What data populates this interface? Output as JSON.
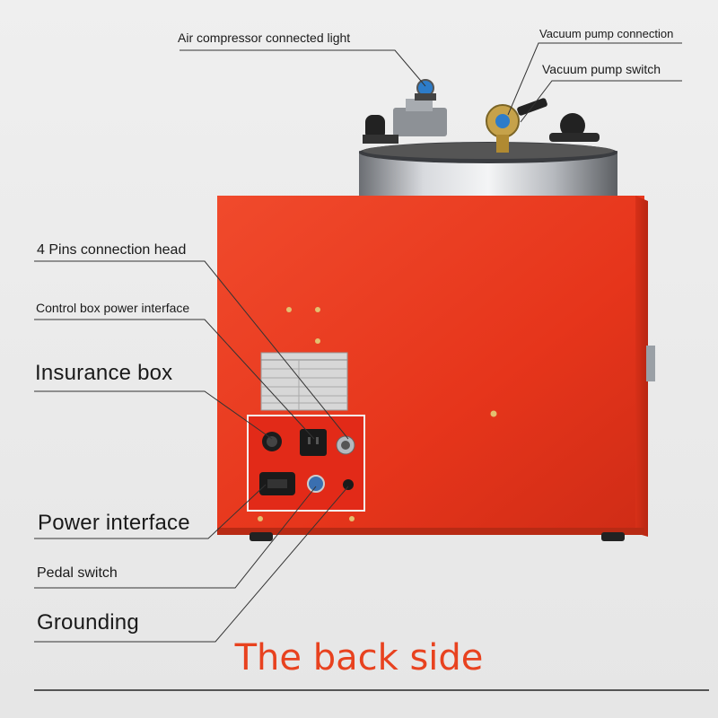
{
  "labels": {
    "air_compressor_light": "Air compressor connected light",
    "vacuum_pump_connection": "Vacuum pump connection",
    "vacuum_pump_switch": "Vacuum pump switch",
    "four_pins_head": "4 Pins connection head",
    "control_box_power": "Control box power interface",
    "insurance_box": "Insurance box",
    "power_interface": "Power interface",
    "pedal_switch": "Pedal switch",
    "grounding": "Grounding"
  },
  "title": "The back side",
  "colors": {
    "body_red": "#e8341c",
    "title_orange": "#e8421f",
    "steel": "#b9bcc0"
  }
}
